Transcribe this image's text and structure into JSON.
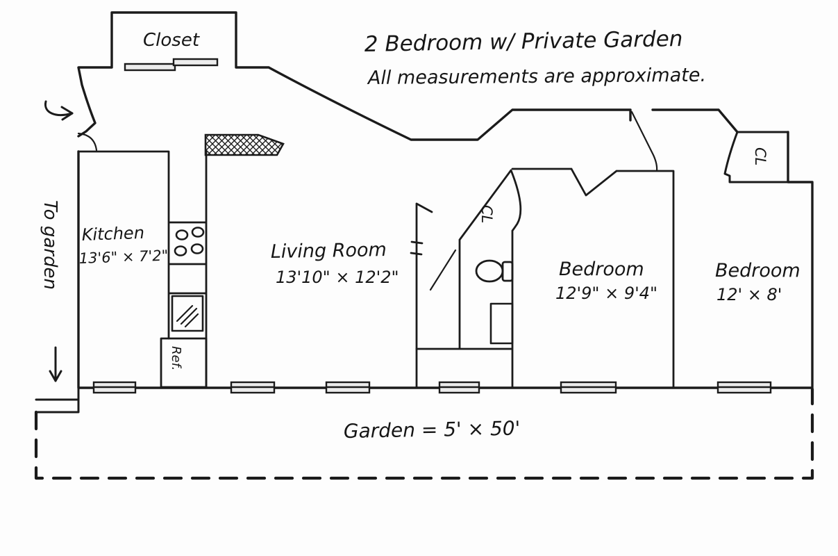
{
  "title": "2 Bedroom w/ Private Garden",
  "note": "All measurements are approximate.",
  "rooms": {
    "closet": {
      "label": "Closet"
    },
    "kitchen": {
      "label": "Kitchen",
      "dims": "13'6\" × 7'2\""
    },
    "living_room": {
      "label": "Living Room",
      "dims": "13'10\" × 12'2\""
    },
    "bedroom_1": {
      "label": "Bedroom",
      "dims": "12'9\" × 9'4\""
    },
    "bedroom_2": {
      "label": "Bedroom",
      "dims": "12' × 8'"
    },
    "bathroom_closet": {
      "label": "CL"
    },
    "bedroom_2_closet": {
      "label": "CL"
    },
    "refrigerator": {
      "label": "Ref."
    }
  },
  "garden": {
    "label": "Garden = 5' × 50'",
    "access_note": "To garden"
  },
  "colors": {
    "ink": "#1b1b1b",
    "paper": "#fdfdfd",
    "window_fill": "#ececec"
  }
}
